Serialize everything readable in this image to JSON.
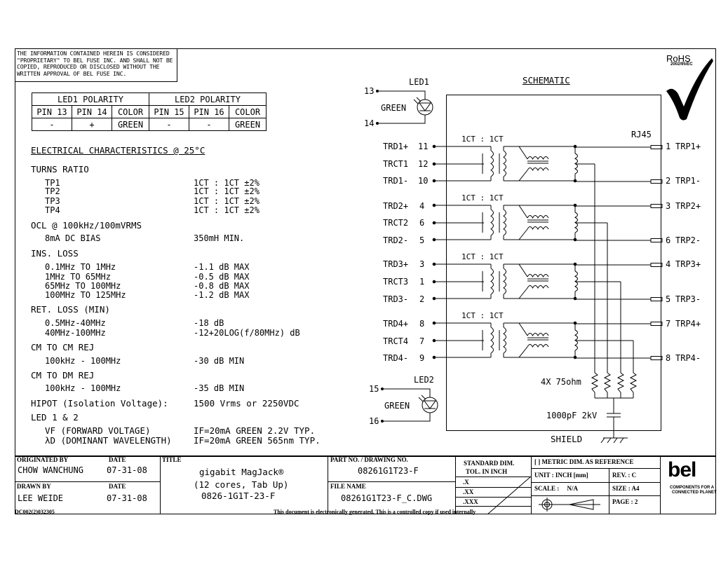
{
  "notice": "THE INFORMATION CONTAINED HEREIN IS CONSIDERED \"PROPRIETARY\" TO BEL FUSE INC. AND SHALL NOT BE COPIED, REPRODUCED OR DISCLOSED WITHOUT THE WRITTEN APPROVAL OF BEL FUSE INC.",
  "rohs": {
    "title": "RoHS",
    "sub": "2002/95/EC"
  },
  "polarity": {
    "led1_header": "LED1 POLARITY",
    "led2_header": "LED2 POLARITY",
    "cols": [
      "PIN 13",
      "PIN 14",
      "COLOR",
      "PIN 15",
      "PIN 16",
      "COLOR"
    ],
    "values": [
      "-",
      "+",
      "GREEN",
      "-",
      "-",
      "GREEN"
    ]
  },
  "elec": {
    "title": "ELECTRICAL CHARACTERISTICS @ 25°C",
    "turns_ratio": "TURNS RATIO",
    "tp": [
      {
        "name": "TP1",
        "val": "1CT : 1CT ±2%"
      },
      {
        "name": "TP2",
        "val": "1CT : 1CT ±2%"
      },
      {
        "name": "TP3",
        "val": "1CT : 1CT ±2%"
      },
      {
        "name": "TP4",
        "val": "1CT : 1CT ±2%"
      }
    ],
    "ocl": "OCL @ 100kHz/100mVRMS",
    "ocl_bias": "8mA DC BIAS",
    "ocl_val": "350mH MIN.",
    "ins_loss": "INS. LOSS",
    "ins": [
      {
        "f": "0.1MHz TO 1MHz",
        "v": "-1.1 dB MAX"
      },
      {
        "f": "1MHz TO 65MHz",
        "v": "-0.5 dB MAX"
      },
      {
        "f": "65MHz TO 100MHz",
        "v": "-0.8 dB MAX"
      },
      {
        "f": "100MHz TO 125MHz",
        "v": "-1.2 dB MAX"
      }
    ],
    "ret_loss": "RET. LOSS (MIN)",
    "ret": [
      {
        "f": "0.5MHz-40MHz",
        "v": "-18 dB"
      },
      {
        "f": "40MHz-100MHz",
        "v": "-12+20LOG(f/80MHz) dB"
      }
    ],
    "cm_cm": "CM TO CM REJ",
    "cm_cm_f": "100kHz - 100MHz",
    "cm_cm_v": "-30 dB MIN",
    "cm_dm": "CM TO DM REJ",
    "cm_dm_f": "100kHz - 100MHz",
    "cm_dm_v": "-35 dB MIN",
    "hipot": "HIPOT (Isolation Voltage):",
    "hipot_v": "1500 Vrms or 2250VDC",
    "led12": "LED 1 & 2",
    "vf": "VF (FORWARD VOLTAGE)",
    "vf_v": "IF=20mA GREEN 2.2V TYP.",
    "ld": "λD (DOMINANT WAVELENGTH)",
    "ld_v": "IF=20mA GREEN 565nm TYP."
  },
  "schematic": {
    "title": "SCHEMATIC",
    "led1": "LED1",
    "led2": "LED2",
    "green1": "GREEN",
    "green2": "GREEN",
    "p13": "13",
    "p14": "14",
    "p15": "15",
    "p16": "16",
    "rj45": "RJ45",
    "ratio": "1CT : 1CT",
    "left": [
      {
        "name": "TRD1+",
        "pin": "11"
      },
      {
        "name": "TRCT1",
        "pin": "12"
      },
      {
        "name": "TRD1-",
        "pin": "10"
      },
      {
        "name": "TRD2+",
        "pin": "4"
      },
      {
        "name": "TRCT2",
        "pin": "6"
      },
      {
        "name": "TRD2-",
        "pin": "5"
      },
      {
        "name": "TRD3+",
        "pin": "3"
      },
      {
        "name": "TRCT3",
        "pin": "1"
      },
      {
        "name": "TRD3-",
        "pin": "2"
      },
      {
        "name": "TRD4+",
        "pin": "8"
      },
      {
        "name": "TRCT4",
        "pin": "7"
      },
      {
        "name": "TRD4-",
        "pin": "9"
      }
    ],
    "right": [
      {
        "pin": "1",
        "name": "TRP1+"
      },
      {
        "pin": "2",
        "name": "TRP1-"
      },
      {
        "pin": "3",
        "name": "TRP2+"
      },
      {
        "pin": "6",
        "name": "TRP2-"
      },
      {
        "pin": "4",
        "name": "TRP3+"
      },
      {
        "pin": "5",
        "name": "TRP3-"
      },
      {
        "pin": "7",
        "name": "TRP4+"
      },
      {
        "pin": "8",
        "name": "TRP4-"
      }
    ],
    "res": "4X 75ohm",
    "cap": "1000pF 2kV",
    "shield": "SHIELD"
  },
  "titleblock": {
    "originated_by_lbl": "ORIGINATED BY",
    "date_lbl": "DATE",
    "originated_by": "CHOW WANCHUNG",
    "orig_date": "07-31-08",
    "drawn_by_lbl": "DRAWN BY",
    "date_lbl2": "DATE",
    "drawn_by": "LEE WEIDE",
    "drawn_date": "07-31-08",
    "title_lbl": "TITLE",
    "title1": "gigabit MagJack®",
    "title2": "(12 cores, Tab Up)",
    "title3": "0826-1G1T-23-F",
    "part_lbl": "PART NO. / DRAWING NO.",
    "part": "08261G1T23-F",
    "file_lbl": "FILE NAME",
    "file": "08261G1T23-F_C.DWG",
    "std_dim": "STANDARD DIM.",
    "tol": "TOL. IN INCH",
    "x": ".X",
    "xx": ".XX",
    "xxx": ".XXX",
    "metric": "[ ] METRIC DIM. AS REFERENCE",
    "unit": "UNIT : INCH [mm]",
    "rev": "REV. :  C",
    "scale": "SCALE :     N/A",
    "size": "SIZE :  A4",
    "page": "PAGE :  2",
    "logo": "bel",
    "tagline1": "COMPONENTS FOR A",
    "tagline2": "CONNECTED PLANET",
    "doc_code": "DC002(2)032305",
    "footer": "This document is electronically generated. This is a controlled copy if used internally"
  }
}
